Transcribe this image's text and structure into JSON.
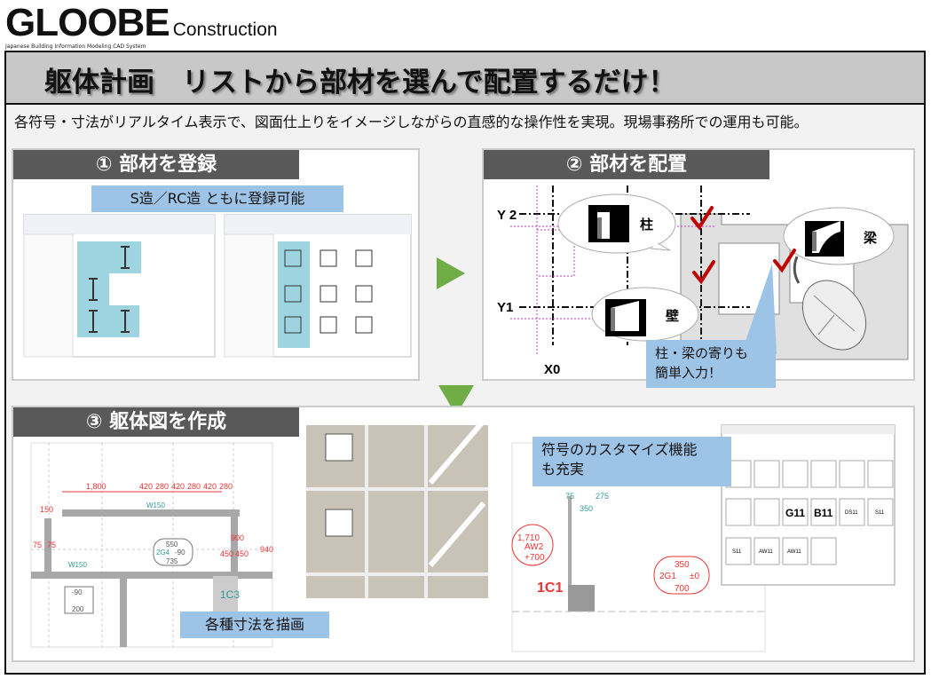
{
  "logo": {
    "brand": "GLOOBE",
    "sub": "Construction",
    "tagline": "Japanese Building Information Modeling CAD System"
  },
  "title": "躯体計画　リストから部材を選んで配置するだけ！",
  "subtitle": "各符号・寸法がリアルタイム表示で、図面仕上りをイメージしながらの直感的な操作性を実現。現場事務所での運用も可能。",
  "colors": {
    "panel_header": "#595959",
    "callout": "#9dc3e6",
    "arrow": "#70ad47",
    "check": "#c00000",
    "title_bar": "#c8c8c8"
  },
  "step1": {
    "header": "① 部材を登録",
    "callout": "S造／RC造 ともに登録可能"
  },
  "step2": {
    "header": "② 部材を配置",
    "axes": {
      "y2": "Y 2",
      "y1": "Y1",
      "x0": "X0"
    },
    "bubbles": {
      "column": "柱",
      "beam": "梁",
      "wall": "壁"
    },
    "callout_line1": "柱・梁の寄りも",
    "callout_line2": "簡単入力！",
    "icons": [
      "column-icon",
      "beam-icon",
      "wall-icon",
      "mouse-icon",
      "checkmark-icon"
    ]
  },
  "step3": {
    "header": "③ 躯体図を作成",
    "callout_dims": "各種寸法を描画",
    "callout_symbols_line1": "符号のカスタマイズ機能",
    "callout_symbols_line2": "も充実",
    "plan_dims": [
      "1,800",
      "420",
      "280",
      "420",
      "280",
      "420",
      "280",
      "W150",
      "W150",
      "150",
      "75",
      "75",
      "550",
      "2G4",
      "-90",
      "735",
      "900",
      "450",
      "450",
      "940",
      "1C3",
      "-90",
      "200"
    ],
    "detail_dims": [
      "1,710",
      "AW2",
      "+700",
      "1C1",
      "350",
      "2G1",
      "±0",
      "700",
      "75",
      "275",
      "350"
    ],
    "symbol_samples": [
      "G11",
      "B11",
      "DS11",
      "S11",
      "AW11"
    ]
  }
}
